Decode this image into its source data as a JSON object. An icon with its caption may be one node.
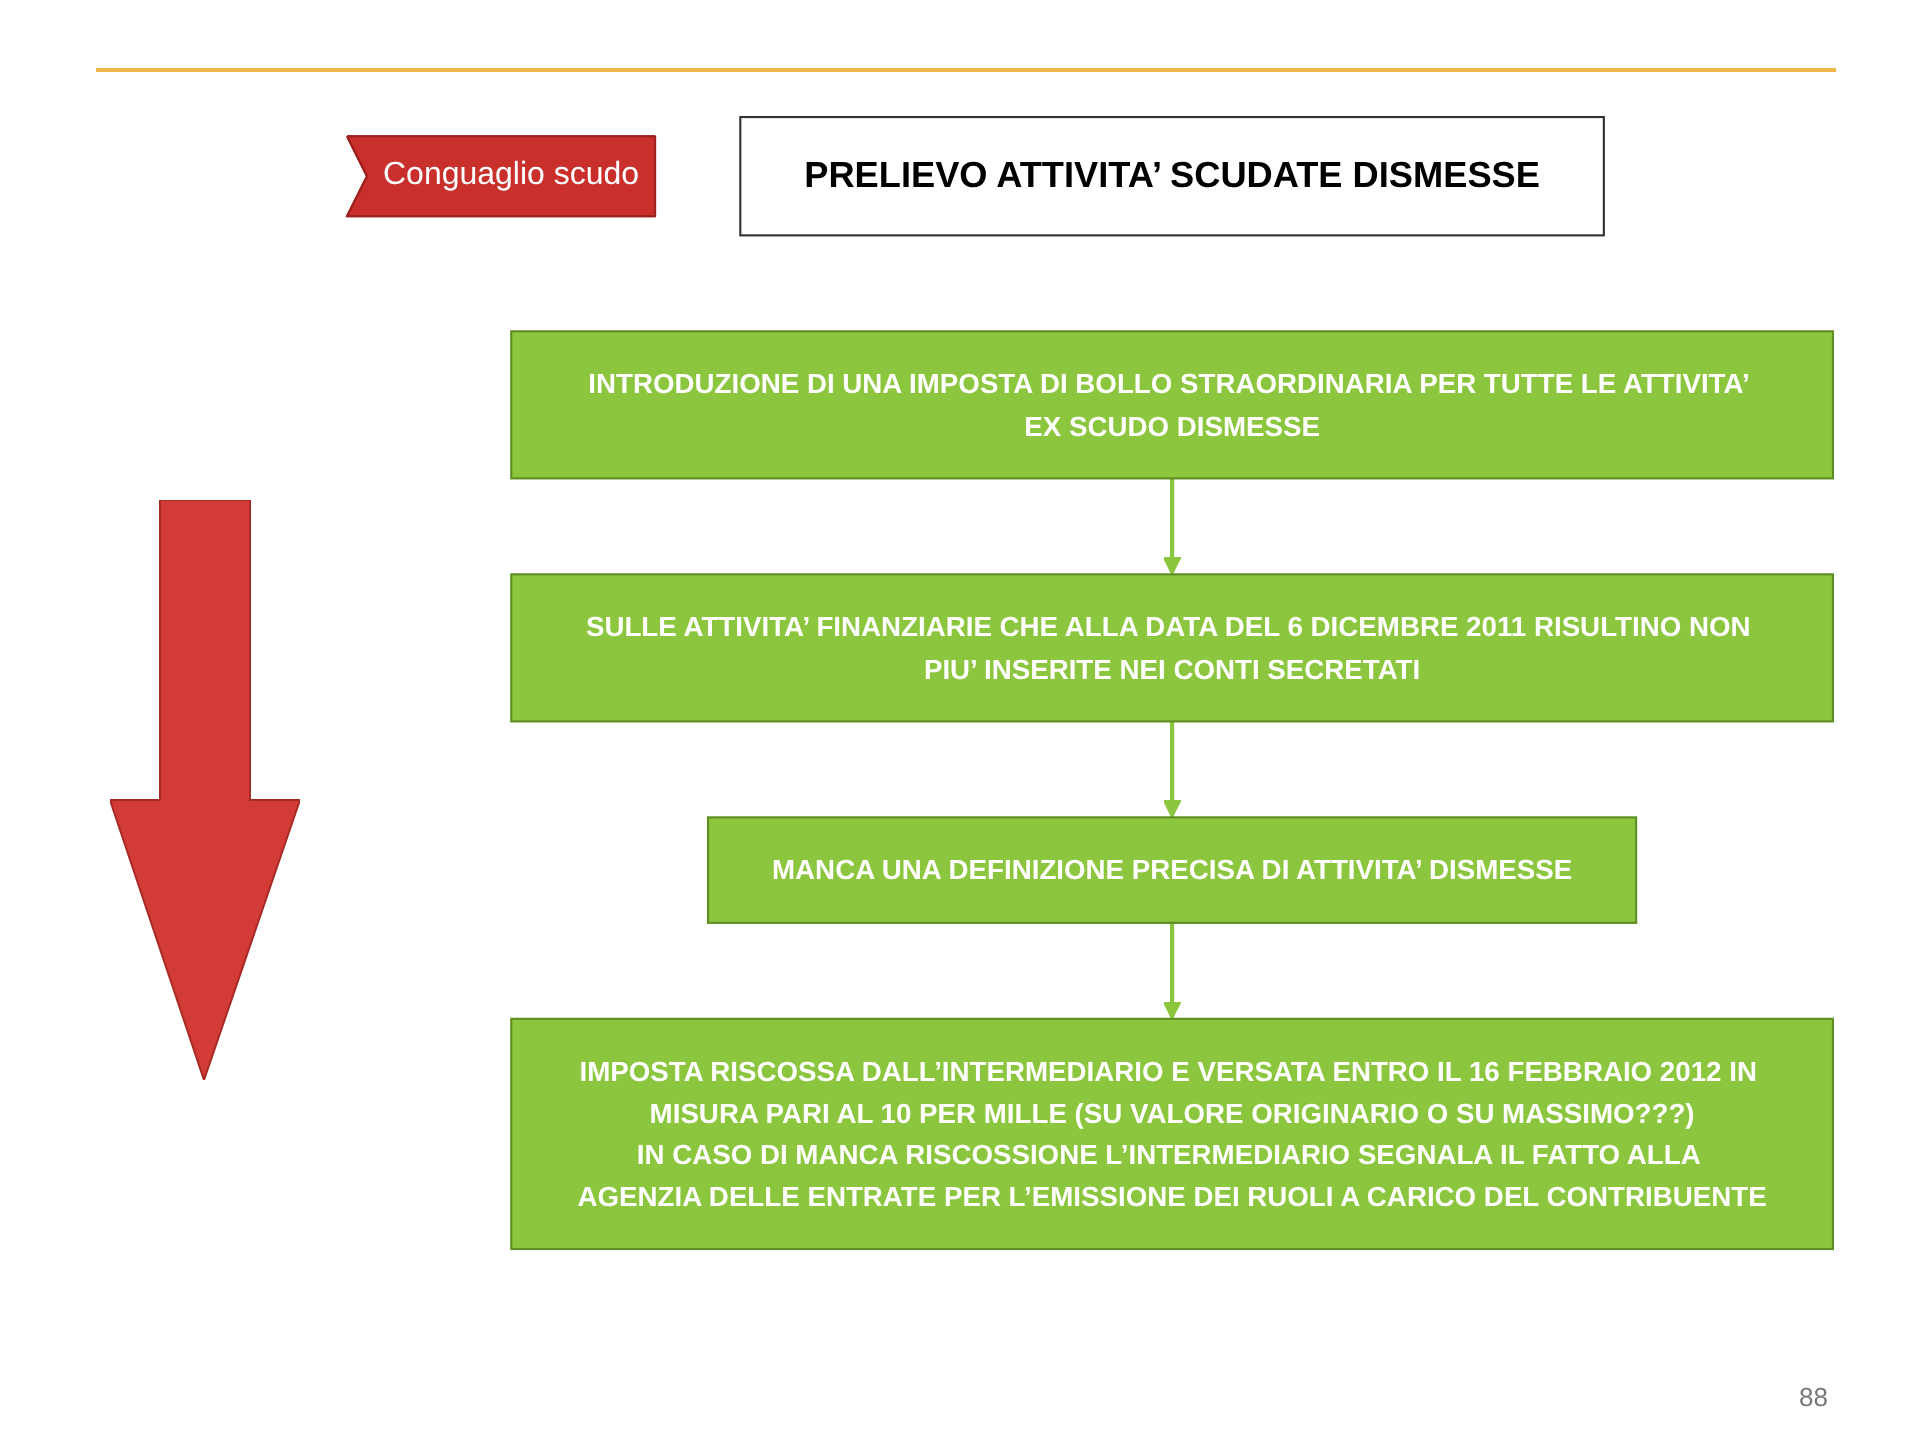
{
  "diagram": {
    "nodes": [
      {
        "text": [
          "Conguaglio scudo"
        ]
      },
      {
        "text": [
          "PRELIEVO ATTIVITA’ SCUDATE DISMESSE"
        ]
      },
      {
        "text": [
          "INTRODUZIONE DI UNA IMPOSTA DI BOLLO STRAORDINARIA PER TUTTE LE ATTIVITA’ EX SCUDO DISMESSE"
        ]
      },
      {
        "text": [
          "SULLE ATTIVITA’ FINANZIARIE CHE ALLA DATA DEL 6 DICEMBRE 2011 RISULTINO NON PIU’ INSERITE NEI CONTI SECRETATI"
        ]
      },
      {
        "text": [
          "MANCA UNA DEFINIZIONE PRECISA DI ATTIVITA’ DISMESSE"
        ]
      },
      {
        "text": [
          "IMPOSTA RISCOSSA DALL’INTERMEDIARIO E VERSATA ENTRO IL 16 FEBBRAIO 2012 IN MISURA PARI AL 10 PER MILLE (SU VALORE ORIGINARIO O SU MASSIMO???)",
          "IN CASO DI MANCA RISCOSSIONE L’INTERMEDIARIO SEGNALA IL FATTO ALLA AGENZIA DELLE ENTRATE PER L’EMISSIONE DEI RUOLI A CARICO DEL CONTRIBUENTE"
        ]
      }
    ],
    "edges": [
      {
        "from": 2,
        "to": 3,
        "arrow": "to"
      },
      {
        "from": 3,
        "to": 4,
        "arrow": "to"
      },
      {
        "from": 4,
        "to": 5,
        "arrow": "to"
      }
    ],
    "labels": [
      "88"
    ]
  }
}
